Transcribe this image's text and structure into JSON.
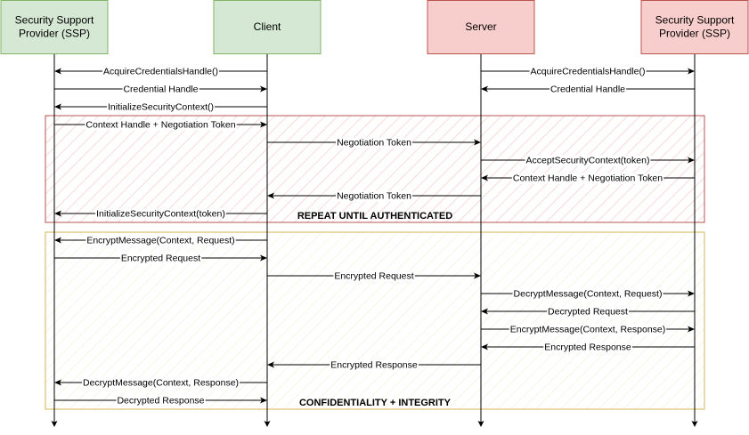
{
  "colors": {
    "actor_green_fill": "#d5e8d4",
    "actor_green_stroke": "#82b366",
    "actor_red_fill": "#f8cecc",
    "actor_red_stroke": "#b85450",
    "region_red_stroke": "#b85450",
    "region_red_hatch": "#f3c3c0",
    "region_yellow_stroke": "#d6b656",
    "region_yellow_hatch": "#eaf2d7",
    "line": "#000000"
  },
  "actors": [
    {
      "id": "ssp_client",
      "lines": [
        "Security Support",
        "Provider (SSP)"
      ],
      "style": "green"
    },
    {
      "id": "client",
      "lines": [
        "Client"
      ],
      "style": "green"
    },
    {
      "id": "server",
      "lines": [
        "Server"
      ],
      "style": "red"
    },
    {
      "id": "ssp_server",
      "lines": [
        "Security Support",
        "Provider (SSP)"
      ],
      "style": "red"
    }
  ],
  "regions": [
    {
      "id": "repeat",
      "label": "REPEAT UNTIL AUTHENTICATED",
      "style": "red"
    },
    {
      "id": "confidentiality",
      "label": "CONFIDENTIALITY + INTEGRITY",
      "style": "yellow"
    }
  ],
  "messages": [
    {
      "from": "client",
      "to": "ssp_client",
      "label": "AcquireCredentialsHandle()"
    },
    {
      "from": "server",
      "to": "ssp_server",
      "label": "AcquireCredentialsHandle()"
    },
    {
      "from": "ssp_client",
      "to": "client",
      "label": "Credential Handle"
    },
    {
      "from": "ssp_server",
      "to": "server",
      "label": "Credential Handle"
    },
    {
      "from": "client",
      "to": "ssp_client",
      "label": "InitializeSecurityContext()"
    },
    {
      "from": "ssp_client",
      "to": "client",
      "label": "Context Handle + Negotiation Token"
    },
    {
      "from": "client",
      "to": "server",
      "label": "Negotiation Token"
    },
    {
      "from": "server",
      "to": "ssp_server",
      "label": "AcceptSecurityContext(token)"
    },
    {
      "from": "ssp_server",
      "to": "server",
      "label": "Context Handle + Negotiation Token"
    },
    {
      "from": "server",
      "to": "client",
      "label": "Negotiation Token"
    },
    {
      "from": "client",
      "to": "ssp_client",
      "label": "InitializeSecurityContext(token)"
    },
    {
      "from": "client",
      "to": "ssp_client",
      "label": "EncryptMessage(Context, Request)"
    },
    {
      "from": "ssp_client",
      "to": "client",
      "label": "Encrypted Request"
    },
    {
      "from": "client",
      "to": "server",
      "label": "Encrypted Request"
    },
    {
      "from": "server",
      "to": "ssp_server",
      "label": "DecryptMessage(Context, Request)"
    },
    {
      "from": "ssp_server",
      "to": "server",
      "label": "Decrypted Request"
    },
    {
      "from": "server",
      "to": "ssp_server",
      "label": "EncryptMessage(Context, Response)"
    },
    {
      "from": "ssp_server",
      "to": "server",
      "label": "Encrypted Response"
    },
    {
      "from": "server",
      "to": "client",
      "label": "Encrypted Response"
    },
    {
      "from": "client",
      "to": "ssp_client",
      "label": "DecryptMessage(Context, Response)"
    },
    {
      "from": "ssp_client",
      "to": "client",
      "label": "Decrypted Response"
    }
  ]
}
